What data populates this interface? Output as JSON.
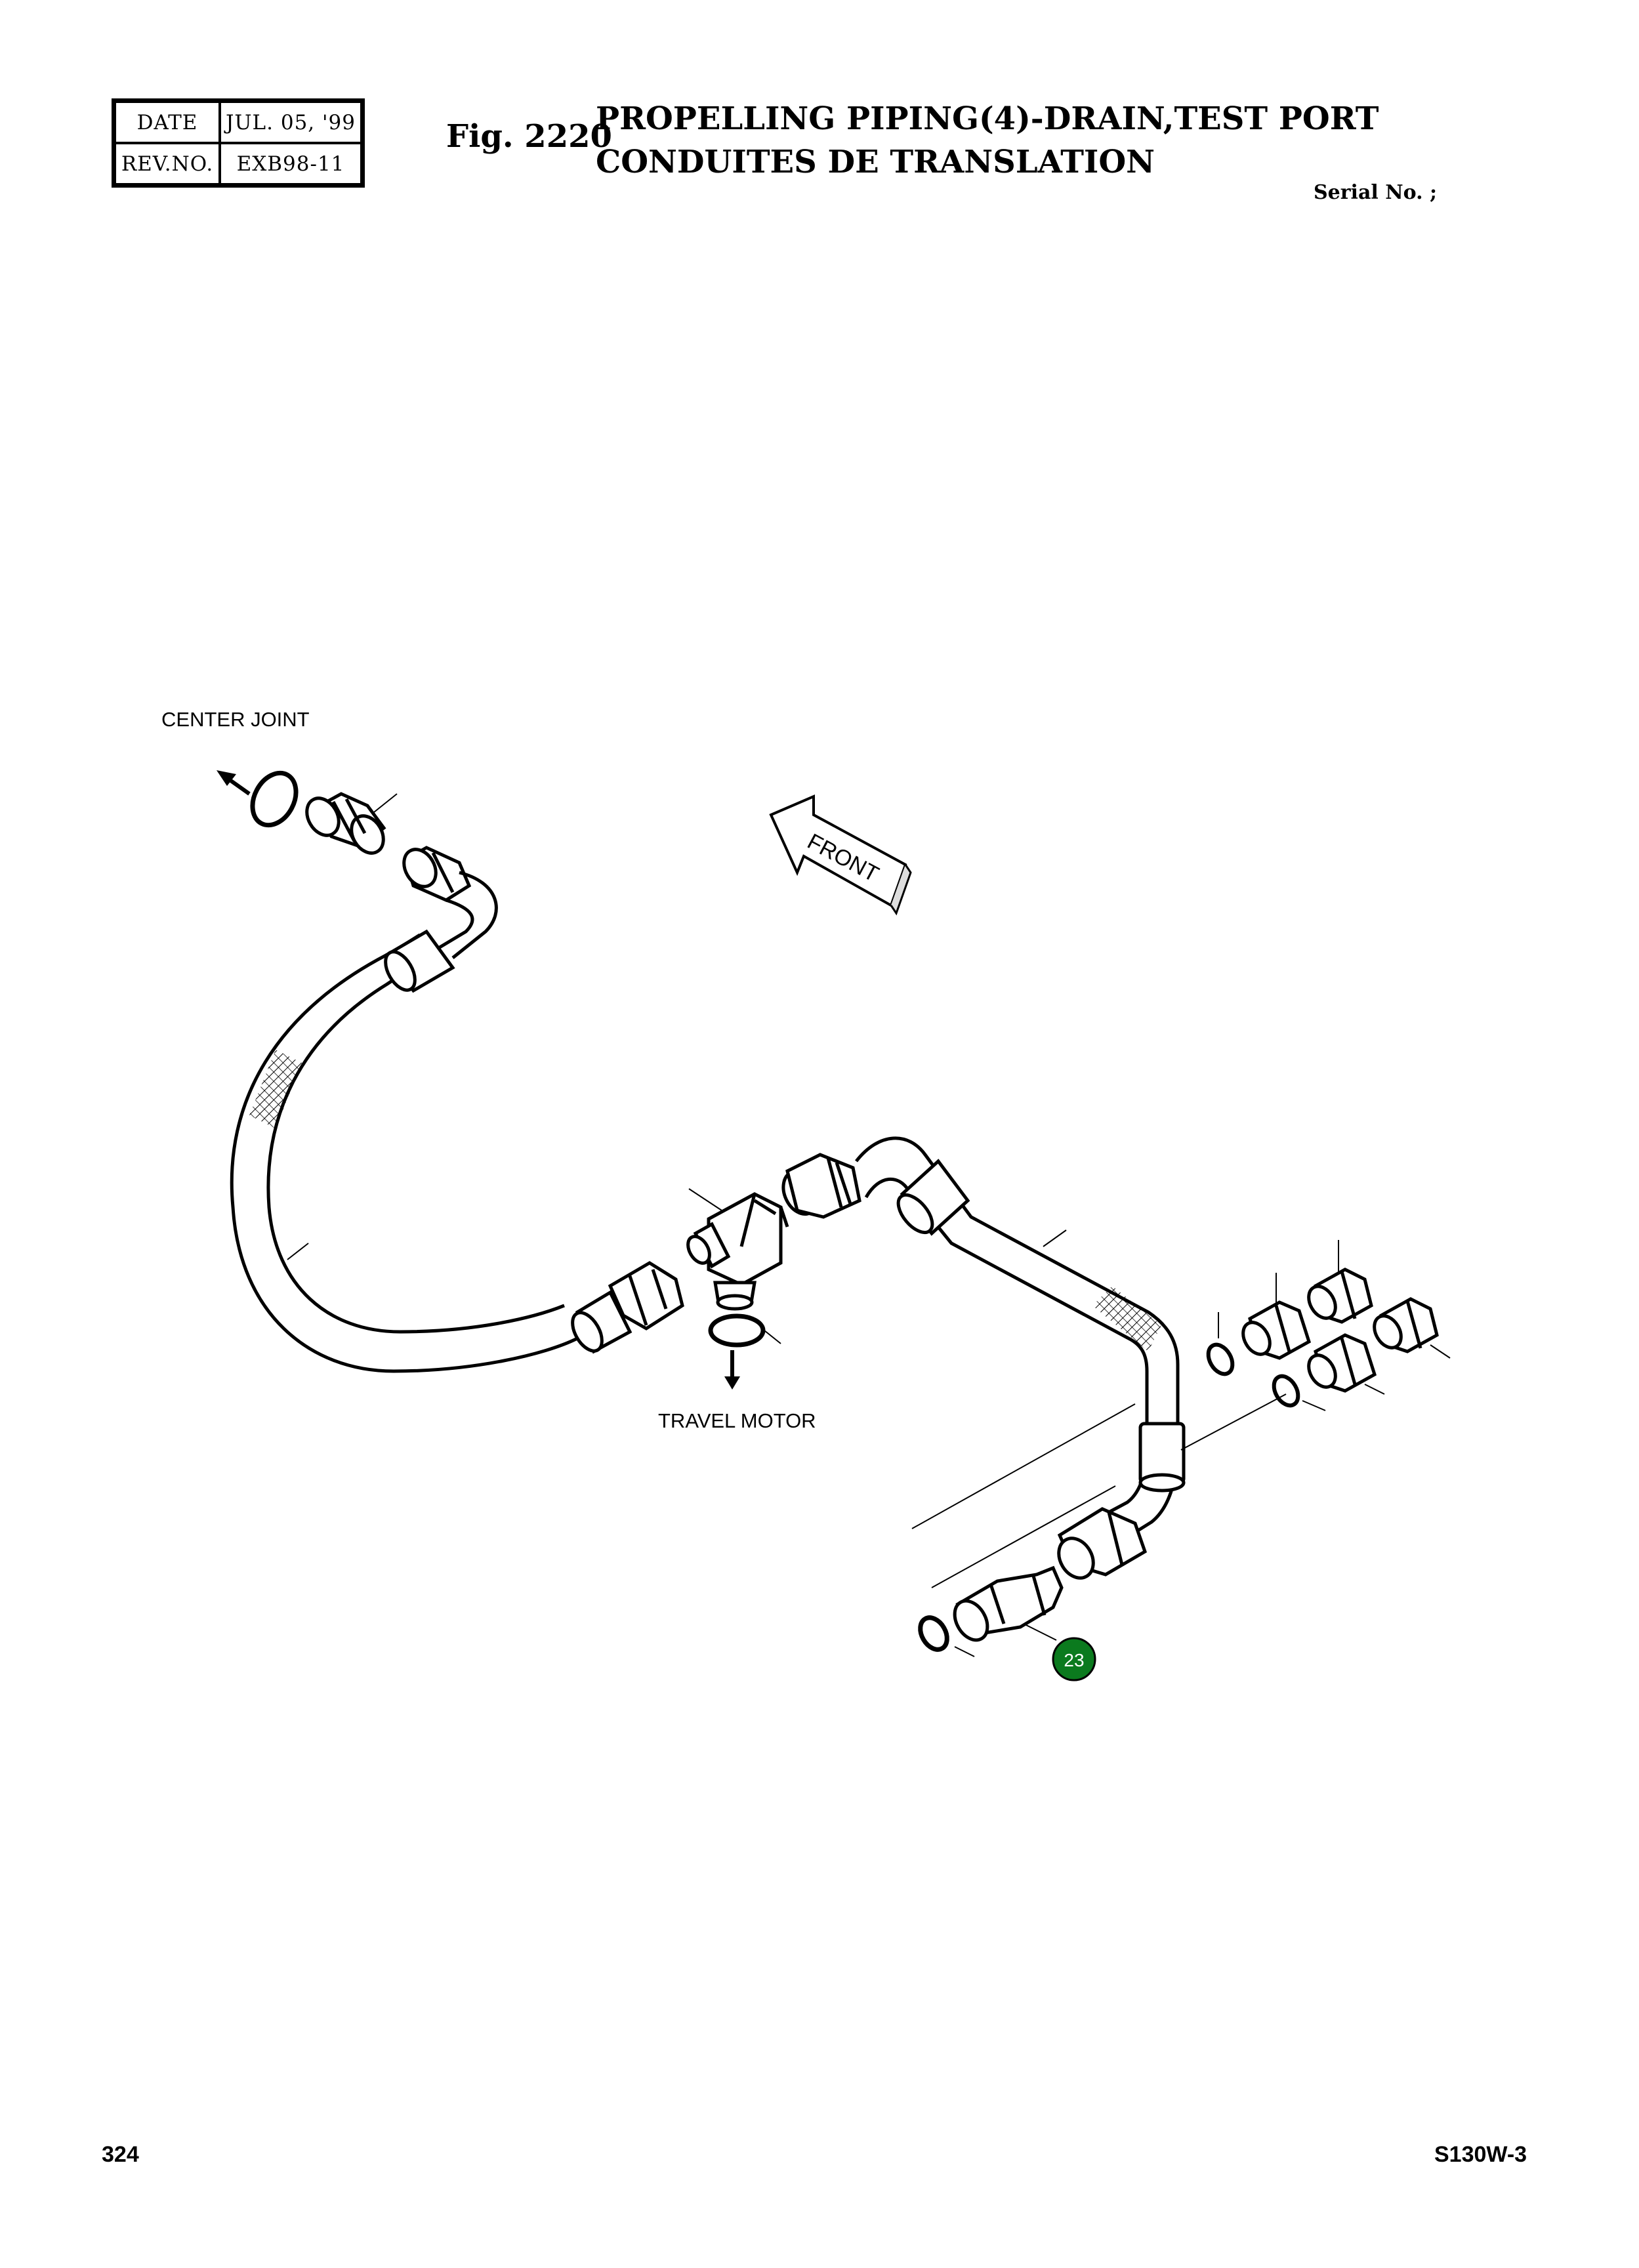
{
  "header": {
    "date_label": "DATE",
    "date_value": "JUL. 05, '99",
    "rev_label": "REV.NO.",
    "rev_value": "EXB98-11",
    "fig_number": "Fig. 2220",
    "title_line1": "PROPELLING PIPING(4)-DRAIN,TEST PORT",
    "title_line2": "CONDUITES DE TRANSLATION",
    "serial": "Serial No. ;"
  },
  "diagram": {
    "label_center_joint": "CENTER JOINT",
    "label_travel_motor": "TRAVEL MOTOR",
    "label_front": "FRONT",
    "callout_number": "23",
    "callout_color": "#0b7a1e"
  },
  "footer": {
    "page_number": "324",
    "model": "S130W-3"
  }
}
